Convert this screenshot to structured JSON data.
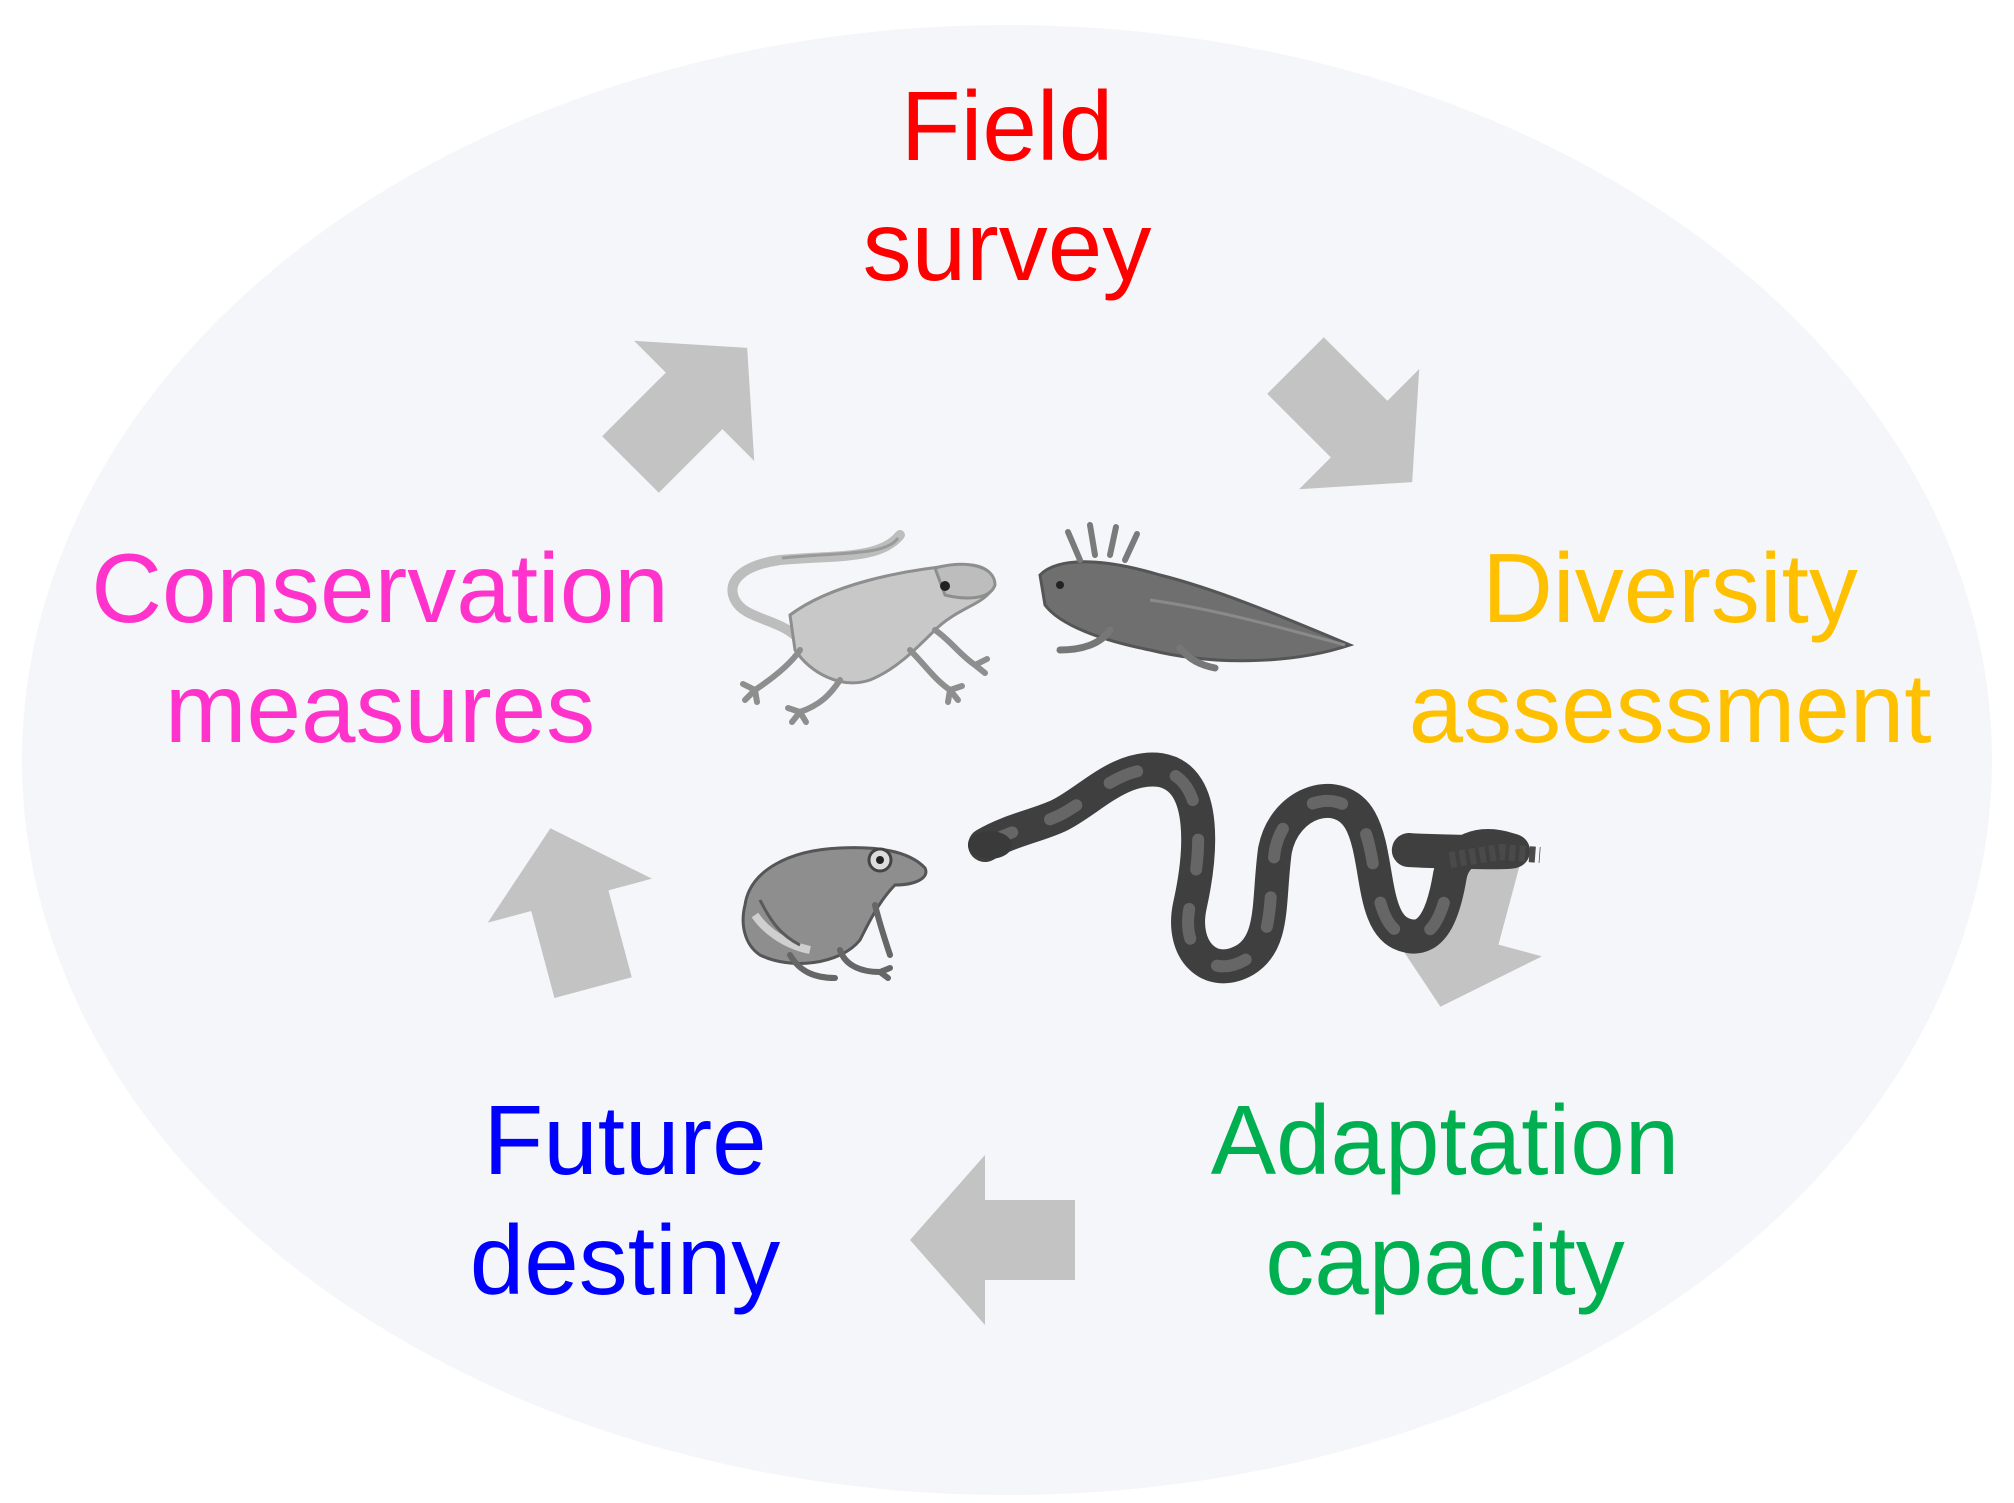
{
  "background_color": "#f5f6fa",
  "arrow_color": "#c3c3c3",
  "stages": [
    {
      "id": "field-survey",
      "lines": [
        "Field",
        "survey"
      ],
      "color": "#ff0000"
    },
    {
      "id": "diversity-assessment",
      "lines": [
        "Diversity",
        "assessment"
      ],
      "color": "#ffc000"
    },
    {
      "id": "adaptation-capacity",
      "lines": [
        "Adaptation",
        "capacity"
      ],
      "color": "#00b050"
    },
    {
      "id": "future-destiny",
      "lines": [
        "Future",
        "destiny"
      ],
      "color": "#0000ff"
    },
    {
      "id": "conservation-measures",
      "lines": [
        "Conservation",
        "measures"
      ],
      "color": "#ff33cc"
    }
  ],
  "animals": [
    "lizard-icon",
    "axolotl-icon",
    "frog-icon",
    "snake-icon"
  ]
}
